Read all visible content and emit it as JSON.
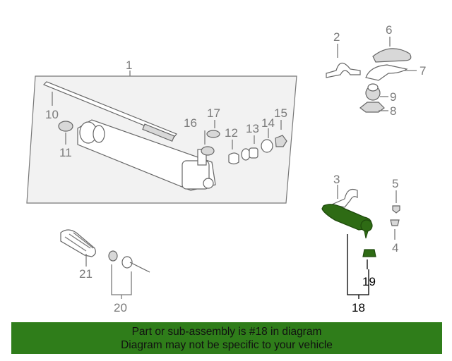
{
  "callouts": [
    {
      "id": "1",
      "label": "1"
    },
    {
      "id": "2",
      "label": "2"
    },
    {
      "id": "3",
      "label": "3"
    },
    {
      "id": "4",
      "label": "4"
    },
    {
      "id": "5",
      "label": "5"
    },
    {
      "id": "6",
      "label": "6"
    },
    {
      "id": "7",
      "label": "7"
    },
    {
      "id": "8",
      "label": "8"
    },
    {
      "id": "9",
      "label": "9"
    },
    {
      "id": "10",
      "label": "10"
    },
    {
      "id": "11",
      "label": "11"
    },
    {
      "id": "12",
      "label": "12"
    },
    {
      "id": "13",
      "label": "13"
    },
    {
      "id": "14",
      "label": "14"
    },
    {
      "id": "15",
      "label": "15"
    },
    {
      "id": "16",
      "label": "16"
    },
    {
      "id": "17",
      "label": "17"
    },
    {
      "id": "18",
      "label": "18"
    },
    {
      "id": "19",
      "label": "19"
    },
    {
      "id": "20",
      "label": "20"
    },
    {
      "id": "21",
      "label": "21"
    }
  ],
  "highlight_part": "18",
  "colors": {
    "banner_bg": "#2f7d1a",
    "highlight": "#2e6b14",
    "callout_text": "#7a7a7a"
  },
  "banner": {
    "line1": "Part or sub-assembly is #18 in diagram",
    "line2": "Diagram may not be specific to your vehicle"
  }
}
